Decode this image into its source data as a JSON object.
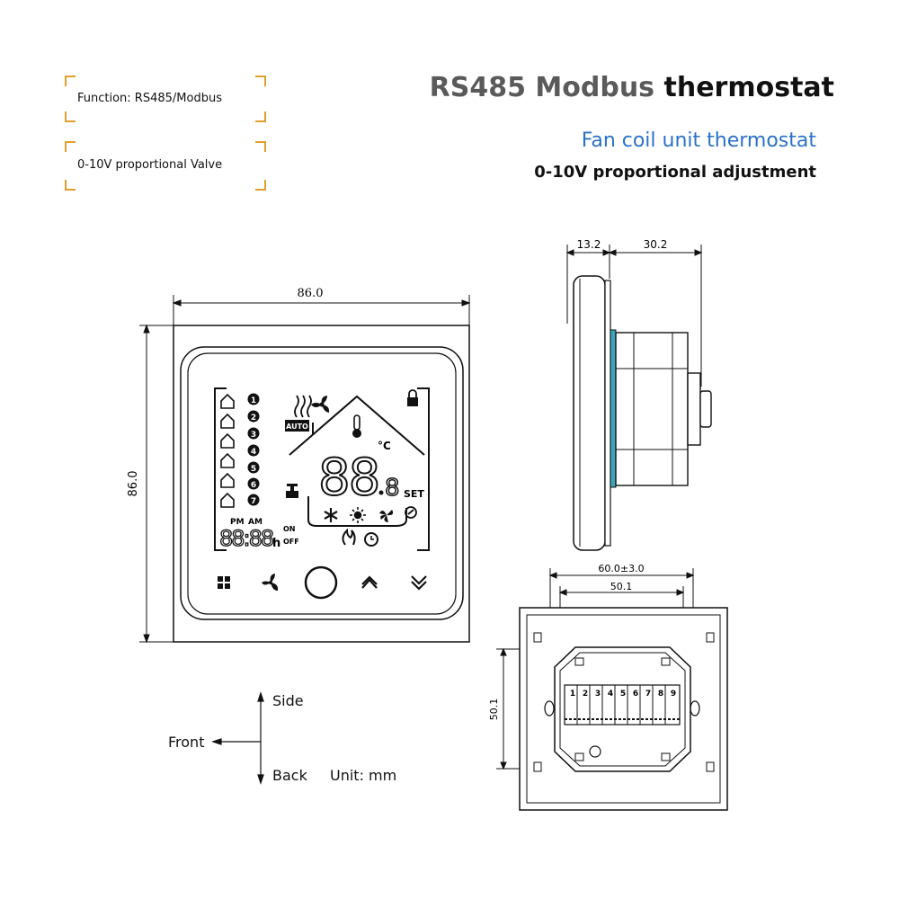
{
  "features": [
    {
      "label": "Function:  RS485/Modbus"
    },
    {
      "label": "0-10V  proportional Valve"
    }
  ],
  "header": {
    "title_part1": "RS485 Modbus",
    "title_part2": "thermostat",
    "subtitle": "Fan coil unit thermostat",
    "subtitle2": "0-10V proportional adjustment"
  },
  "front_view": {
    "width_dim": "86.0",
    "height_dim": "86.0",
    "lcd": {
      "pm_label": "PM",
      "am_label": "AM",
      "clock_digits": "88:88",
      "clock_suffix": "h",
      "on_label": "ON",
      "off_label": "OFF",
      "auto_label": "AUTO",
      "set_label": "SET",
      "temp_unit": "°C",
      "temp_digits": "88",
      "temp_decimal": "8",
      "program_numbers": [
        "1",
        "2",
        "3",
        "4",
        "5",
        "6",
        "7"
      ]
    },
    "buttons": [
      {
        "icon": "menu-grid-icon"
      },
      {
        "icon": "fan-icon"
      },
      {
        "icon": "power-icon"
      },
      {
        "icon": "chevron-up-icon"
      },
      {
        "icon": "chevron-down-icon"
      }
    ]
  },
  "side_view": {
    "dim_front": "13.2",
    "dim_back": "30.2"
  },
  "back_view": {
    "dim_outer": "60.0±3.0",
    "dim_inner": "50.1",
    "dim_vertical": "50.1",
    "terminal_numbers": [
      "1",
      "2",
      "3",
      "4",
      "5",
      "6",
      "7",
      "8",
      "9"
    ]
  },
  "legend": {
    "side": "Side",
    "front": "Front",
    "back": "Back",
    "unit": "Unit: mm"
  },
  "colors": {
    "accent_blue": "#2a72c8",
    "bracket_orange": "#e0a030",
    "side_teal": "#3aa6b8"
  }
}
